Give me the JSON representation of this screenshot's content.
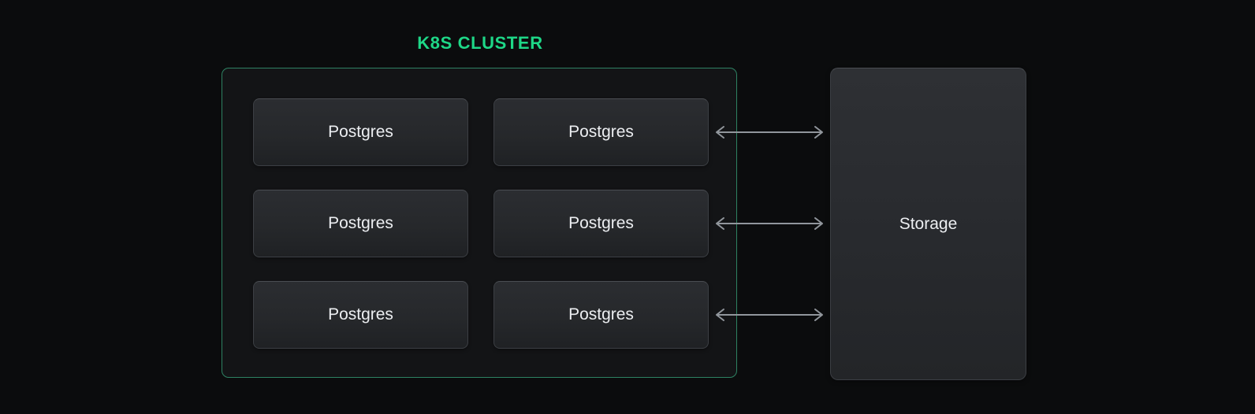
{
  "diagram": {
    "title": "K8S CLUSTER",
    "cluster": {
      "nodes": [
        {
          "label": "Postgres"
        },
        {
          "label": "Postgres"
        },
        {
          "label": "Postgres"
        },
        {
          "label": "Postgres"
        },
        {
          "label": "Postgres"
        },
        {
          "label": "Postgres"
        }
      ]
    },
    "storage": {
      "label": "Storage"
    },
    "arrows": {
      "count": 3,
      "style": "double-headed",
      "connects": "right column Postgres nodes to Storage"
    }
  },
  "colors": {
    "background": "#0b0c0d",
    "accent_green_title": "#1ed787",
    "cluster_border_green": "#2e8263",
    "node_fill_top": "#2b2d31",
    "node_fill_bottom": "#1f2124",
    "node_border": "#3c3f44",
    "text_light": "#eceef1",
    "arrow_gray": "#91969c"
  }
}
